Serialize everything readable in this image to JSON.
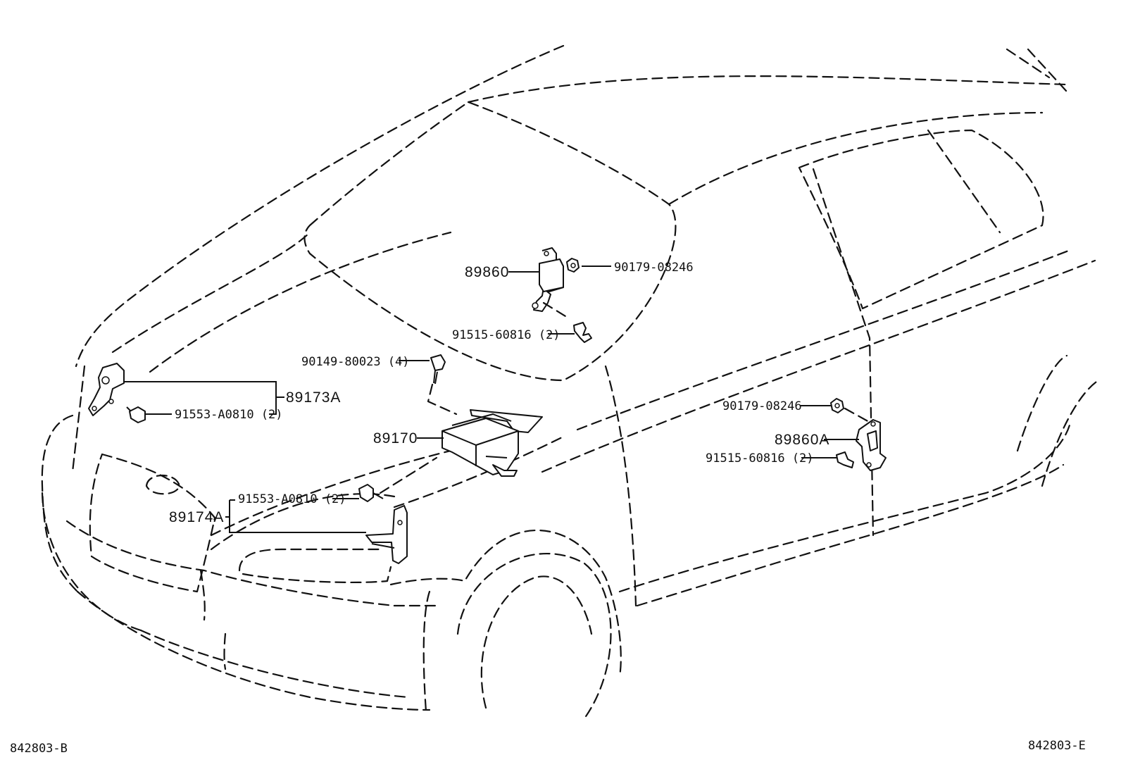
{
  "diagram": {
    "code_left": "842803-B",
    "code_right": "842803-E",
    "parts": {
      "p89860": "89860",
      "p90179_top": "90179-08246",
      "p91515_top": "91515-60816 (2)",
      "p90149": "90149-80023 (4)",
      "p89173A": "89173A",
      "p91553_top": "91553-A0810 (2)",
      "p89170": "89170",
      "p91553_bottom": "91553-A0810 (2)",
      "p89174A": "89174A",
      "p90179_right": "90179-08246",
      "p89860A": "89860A",
      "p91515_right": "91515-60816 (2)"
    }
  }
}
